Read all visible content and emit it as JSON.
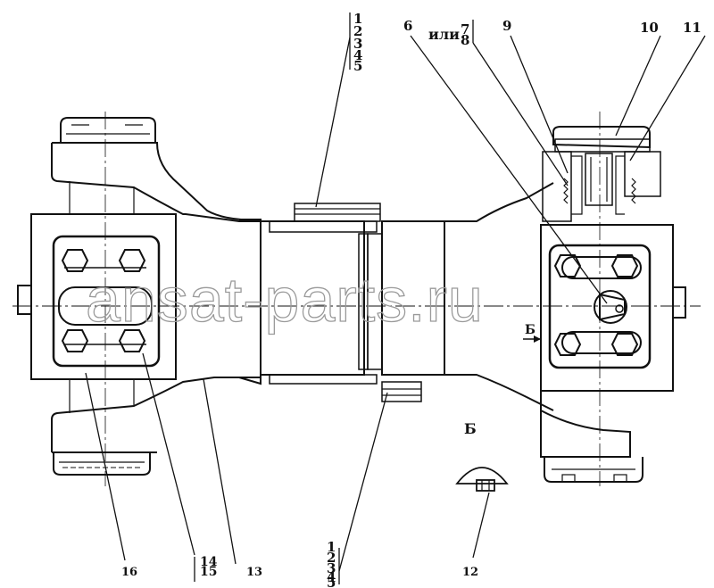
{
  "watermark": "ansat-parts.ru",
  "callouts": {
    "top_stack": [
      "1",
      "2",
      "3",
      "4",
      "5"
    ],
    "bottom_stack": [
      "1",
      "2",
      "3",
      "4",
      "5"
    ],
    "ili": "или",
    "seven": "7",
    "eight": "8",
    "six": "6",
    "nine": "9",
    "ten": "10",
    "eleven": "11",
    "twelve": "12",
    "thirteen": "13",
    "fourteen": "14",
    "fifteen": "15",
    "sixteen": "16",
    "view_b_arrow": "Б",
    "view_b_title": "Б"
  },
  "colors": {
    "ink": "#111111",
    "paper": "#ffffff",
    "watermark": "#9a9a9a"
  }
}
